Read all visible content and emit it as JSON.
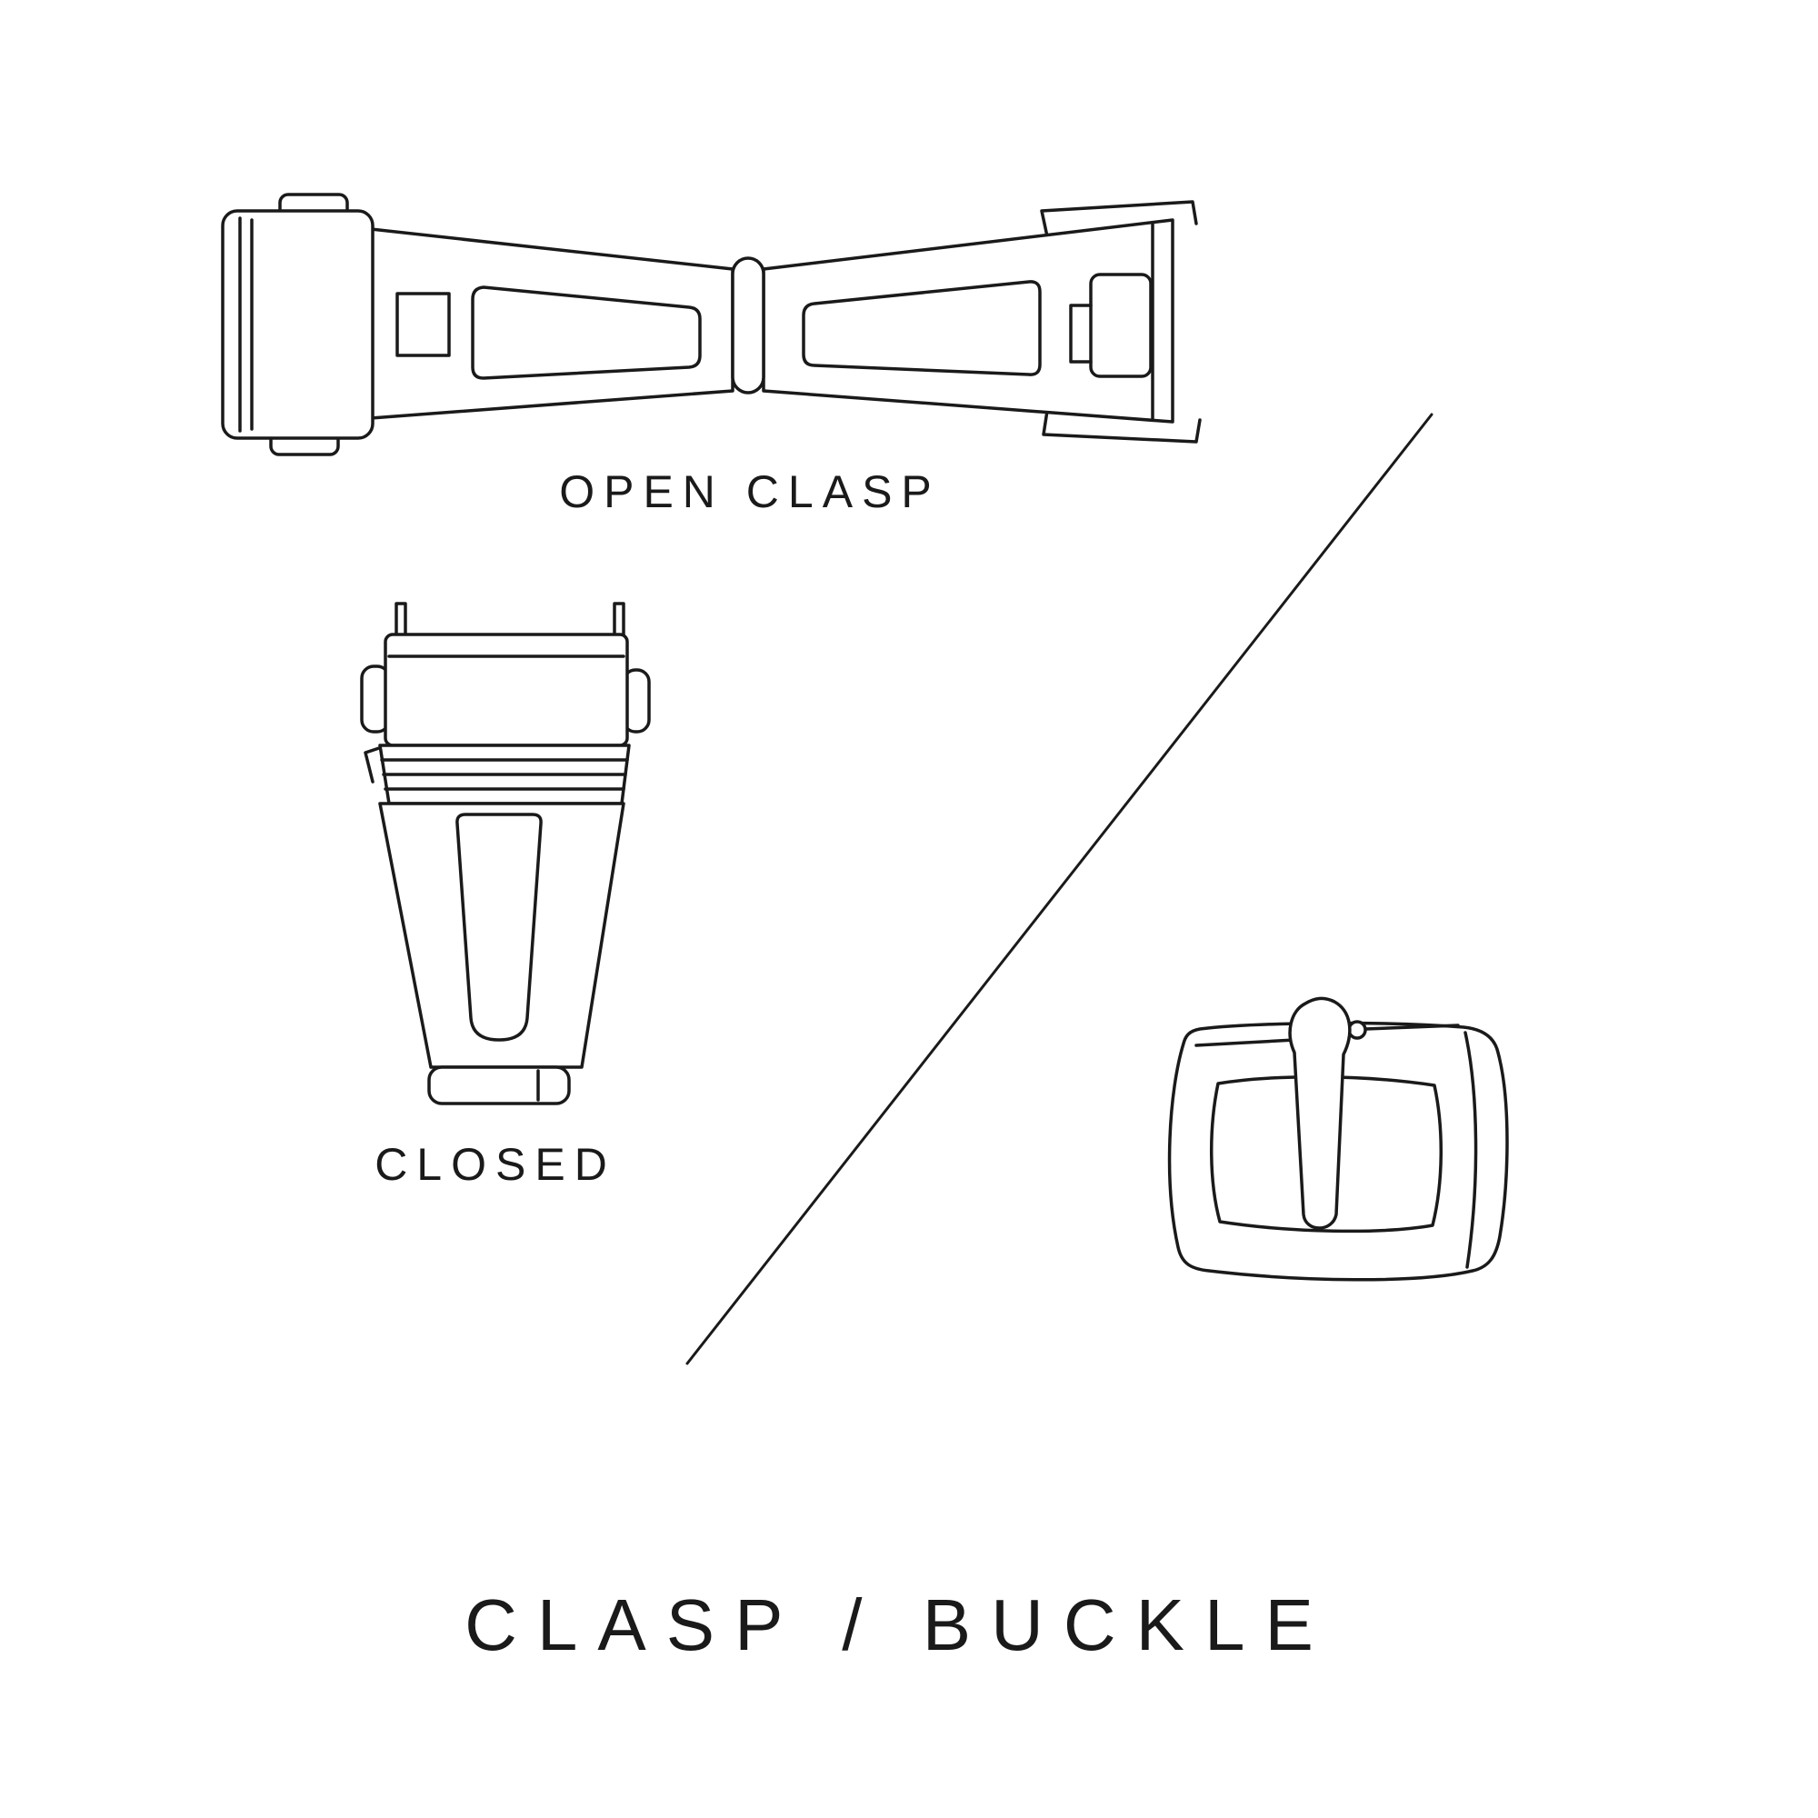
{
  "canvas": {
    "background": "#ffffff",
    "ink": "#1a1a1a"
  },
  "title": "CLASP / BUCKLE",
  "figures": {
    "open_clasp": {
      "label": "OPEN CLASP"
    },
    "closed_clasp": {
      "label": "CLOSED"
    },
    "buckle": {
      "label": ""
    }
  }
}
